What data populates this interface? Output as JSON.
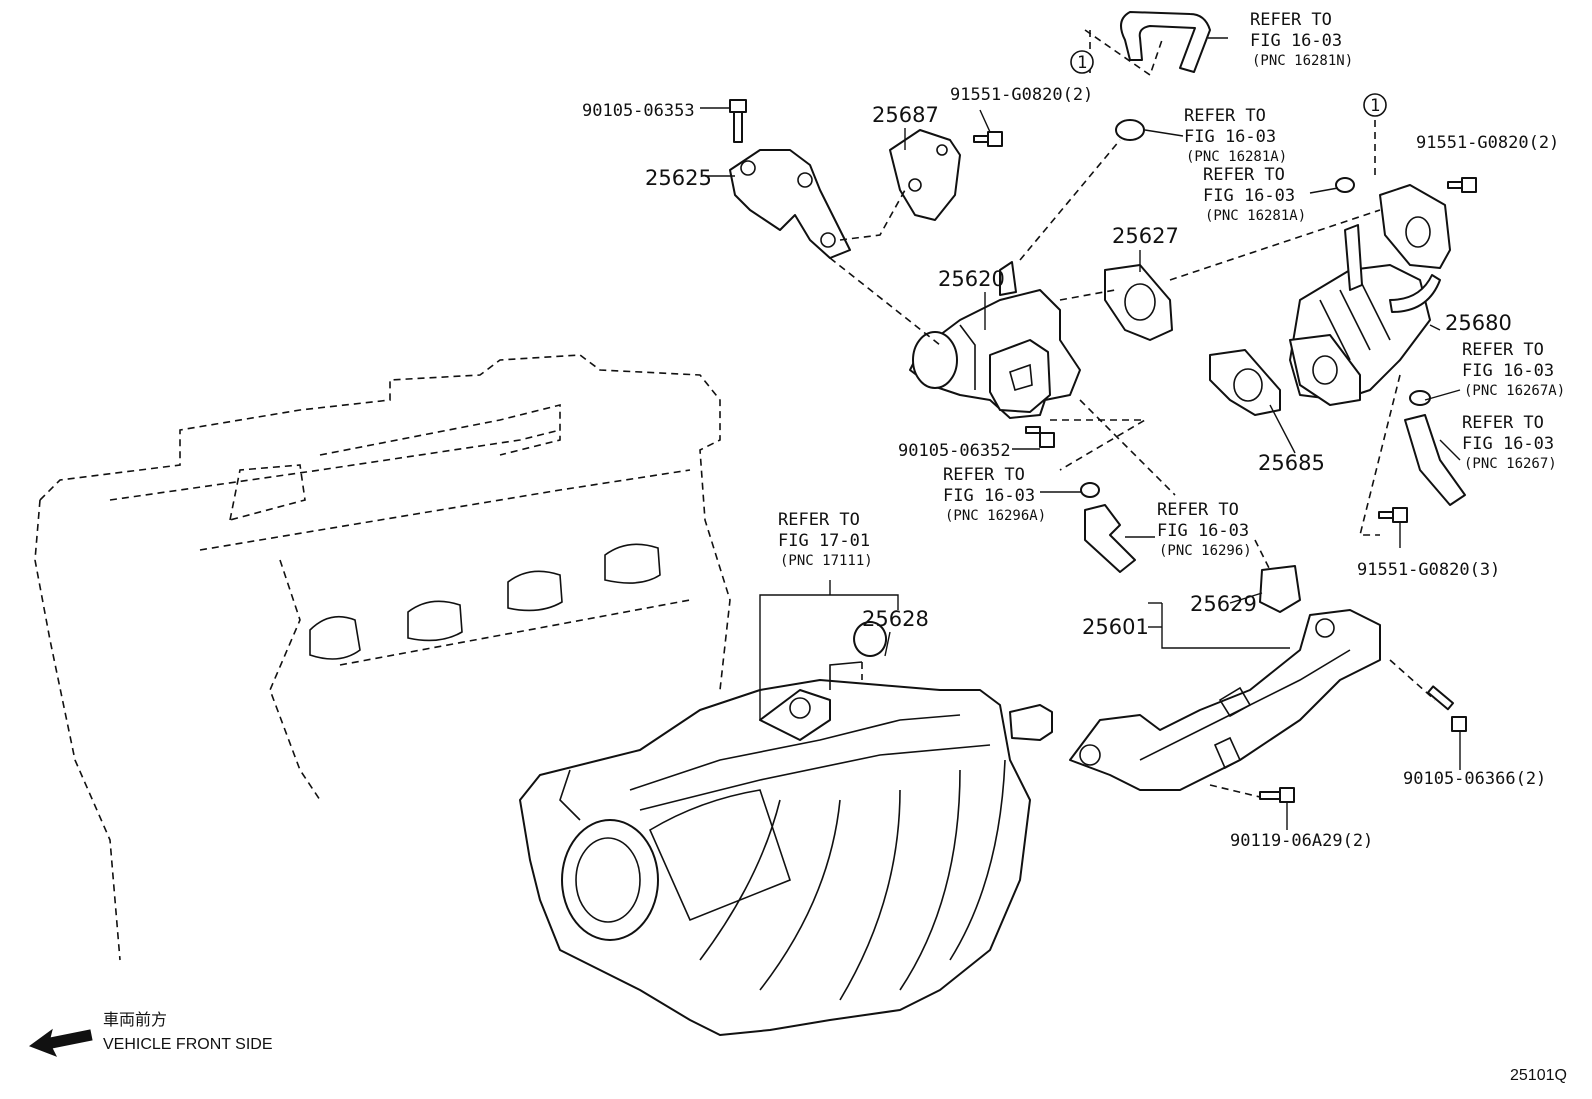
{
  "callouts": {
    "p90105_06353": "90105-06353",
    "p25625": "25625",
    "p25687": "25687",
    "p91551_g0820_2a": "91551-G0820(2)",
    "p91551_g0820_2b": "91551-G0820(2)",
    "p25620": "25620",
    "p25627": "25627",
    "p25680": "25680",
    "p25685": "25685",
    "p90105_06352": "90105-06352",
    "p91551_g0820_3": "91551-G0820(3)",
    "p25628": "25628",
    "p25629": "25629",
    "p25601": "25601",
    "p90105_06366_2": "90105-06366(2)",
    "p90119_06a29_2": "90119-06A29(2)"
  },
  "refs": [
    {
      "line1": "REFER TO",
      "line2": "FIG 16-03",
      "line3": "(PNC 16281N)"
    },
    {
      "line1": "REFER TO",
      "line2": "FIG 16-03",
      "line3": "(PNC 16281A)"
    },
    {
      "line1": "REFER TO",
      "line2": "FIG 16-03",
      "line3": "(PNC 16281A)"
    },
    {
      "line1": "REFER TO",
      "line2": "FIG 16-03",
      "line3": "(PNC 16267A)"
    },
    {
      "line1": "REFER TO",
      "line2": "FIG 16-03",
      "line3": "(PNC 16267)"
    },
    {
      "line1": "REFER TO",
      "line2": "FIG 16-03",
      "line3": "(PNC 16296A)"
    },
    {
      "line1": "REFER TO",
      "line2": "FIG 16-03",
      "line3": "(PNC 16296)"
    },
    {
      "line1": "REFER TO",
      "line2": "FIG 17-01",
      "line3": "(PNC 17111)"
    }
  ],
  "circle_marker": "1",
  "front_side": {
    "jp": "車両前方",
    "en": "VEHICLE FRONT SIDE"
  },
  "figure_code": "25101Q"
}
